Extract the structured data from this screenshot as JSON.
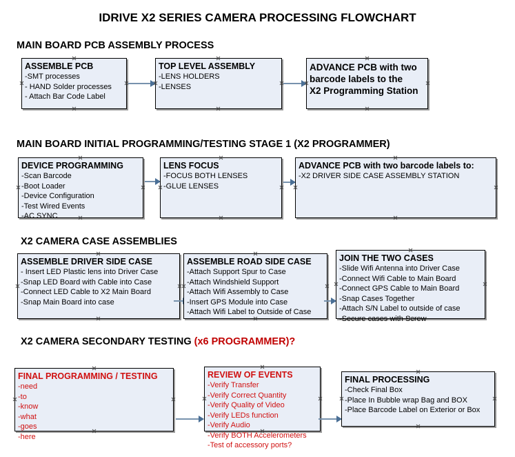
{
  "document": {
    "title": "IDRIVE X2  SERIES CAMERA PROCESSING FLOWCHART"
  },
  "colors": {
    "box_fill": "#e9eef7",
    "box_border": "#000000",
    "shadow": "#9a9a9a",
    "connector": "#7792ad",
    "text": "#000000",
    "red_text": "#d01010",
    "accent_red": "#c00000"
  },
  "sections": [
    {
      "id": "main-board-pcb-assembly-process",
      "title": "MAIN BOARD PCB ASSEMBLY PROCESS",
      "title_accent": "",
      "nodes": [
        {
          "id": "assemble-pcb",
          "title": "ASSEMBLE PCB",
          "lines": [
            "-SMT processes",
            "- HAND Solder processes",
            "- Attach Bar Code Label"
          ]
        },
        {
          "id": "top-level-assembly",
          "title": "TOP LEVEL ASSEMBLY",
          "lines": [
            "-LENS HOLDERS",
            "-LENSES"
          ]
        },
        {
          "id": "advance-pcb-to-x2-programming-station",
          "title": "ADVANCE PCB with two",
          "lines": [
            "barcode labels to the",
            " X2 Programming Station"
          ]
        }
      ]
    },
    {
      "id": "main-board-initial-programming-testing-stage-1",
      "title": "MAIN BOARD INITIAL PROGRAMMING/TESTING STAGE 1 (X2 PROGRAMMER)",
      "title_accent": "",
      "nodes": [
        {
          "id": "device-programming",
          "title": "DEVICE PROGRAMMING",
          "lines": [
            "-Scan Barcode",
            "-Boot Loader",
            "-Device Configuration",
            "-Test Wired Events",
            "-AC SYNC"
          ]
        },
        {
          "id": "lens-focus",
          "title": "LENS FOCUS",
          "lines": [
            "-FOCUS BOTH LENSES",
            "-GLUE LENSES"
          ]
        },
        {
          "id": "advance-pcb-to-driver-side-case-assembly-station",
          "title": "ADVANCE PCB with two barcode labels to:",
          "lines": [
            "-X2 DRIVER  SIDE  CASE  ASSEMBLY STATION"
          ]
        }
      ]
    },
    {
      "id": "x2-camera-case-assemblies",
      "title": "X2 CAMERA CASE ASSEMBLIES",
      "title_accent": "",
      "nodes": [
        {
          "id": "assemble-driver-side-case",
          "title": "ASSEMBLE DRIVER SIDE CASE",
          "lines": [
            "- Insert LED Plastic lens into Driver Case",
            "-Snap LED Board with Cable into Case",
            "-Connect LED Cable to X2 Main Board",
            "-Snap Main Board into case"
          ]
        },
        {
          "id": "assemble-road-side-case",
          "title": "ASSEMBLE ROAD SIDE CASE",
          "lines": [
            "-Attach Support Spur to Case",
            "-Attach Windshield Support",
            "-Attach Wifi Assembly to Case",
            "-Insert GPS Module into Case",
            "-Attach Wifi Label to Outside of Case"
          ]
        },
        {
          "id": "join-the-two-cases",
          "title": "JOIN THE TWO CASES",
          "lines": [
            "-Slide Wifi Antenna into Driver Case",
            "-Connect Wifi Cable to Main Board",
            "-Connect GPS Cable to Main Board",
            "-Snap Cases Together",
            "-Attach S/N Label to outside of case",
            "-Secure cases with Screw"
          ]
        }
      ]
    },
    {
      "id": "x2-camera-secondary-testing",
      "title": "X2 CAMERA SECONDARY TESTING ",
      "title_accent": "(x6 PROGRAMMER)?",
      "nodes": [
        {
          "id": "final-programming-testing",
          "title": "FINAL PROGRAMMING / TESTING",
          "lines": [
            "-need",
            "-to",
            "-know",
            "-what",
            "-goes",
            "-here"
          ]
        },
        {
          "id": "review-of-events",
          "title": "REVIEW OF EVENTS",
          "lines": [
            "-Verify Transfer",
            "-Verify Correct Quantity",
            "-Verify Quality of Video",
            "-Verify LEDs function",
            "-Verify Audio",
            "-Verify BOTH Accelerometers",
            "-Test of accessory ports?"
          ]
        },
        {
          "id": "final-processing",
          "title": "FINAL PROCESSING",
          "lines": [
            " -Check Final Box",
            "-Place In Bubble wrap Bag and BOX",
            "-Place Barcode Label on Exterior or Box"
          ]
        }
      ]
    }
  ],
  "connectors": [
    {
      "id": "conn-assemble-pcb-to-top-level"
    },
    {
      "id": "conn-top-level-to-advance-pcb"
    },
    {
      "id": "conn-device-programming-to-lens-focus"
    },
    {
      "id": "conn-lens-focus-to-advance-pcb"
    },
    {
      "id": "conn-driver-case-to-road-case"
    },
    {
      "id": "conn-road-case-to-join-cases"
    },
    {
      "id": "conn-final-programming-to-review"
    },
    {
      "id": "conn-review-to-final-processing"
    }
  ]
}
